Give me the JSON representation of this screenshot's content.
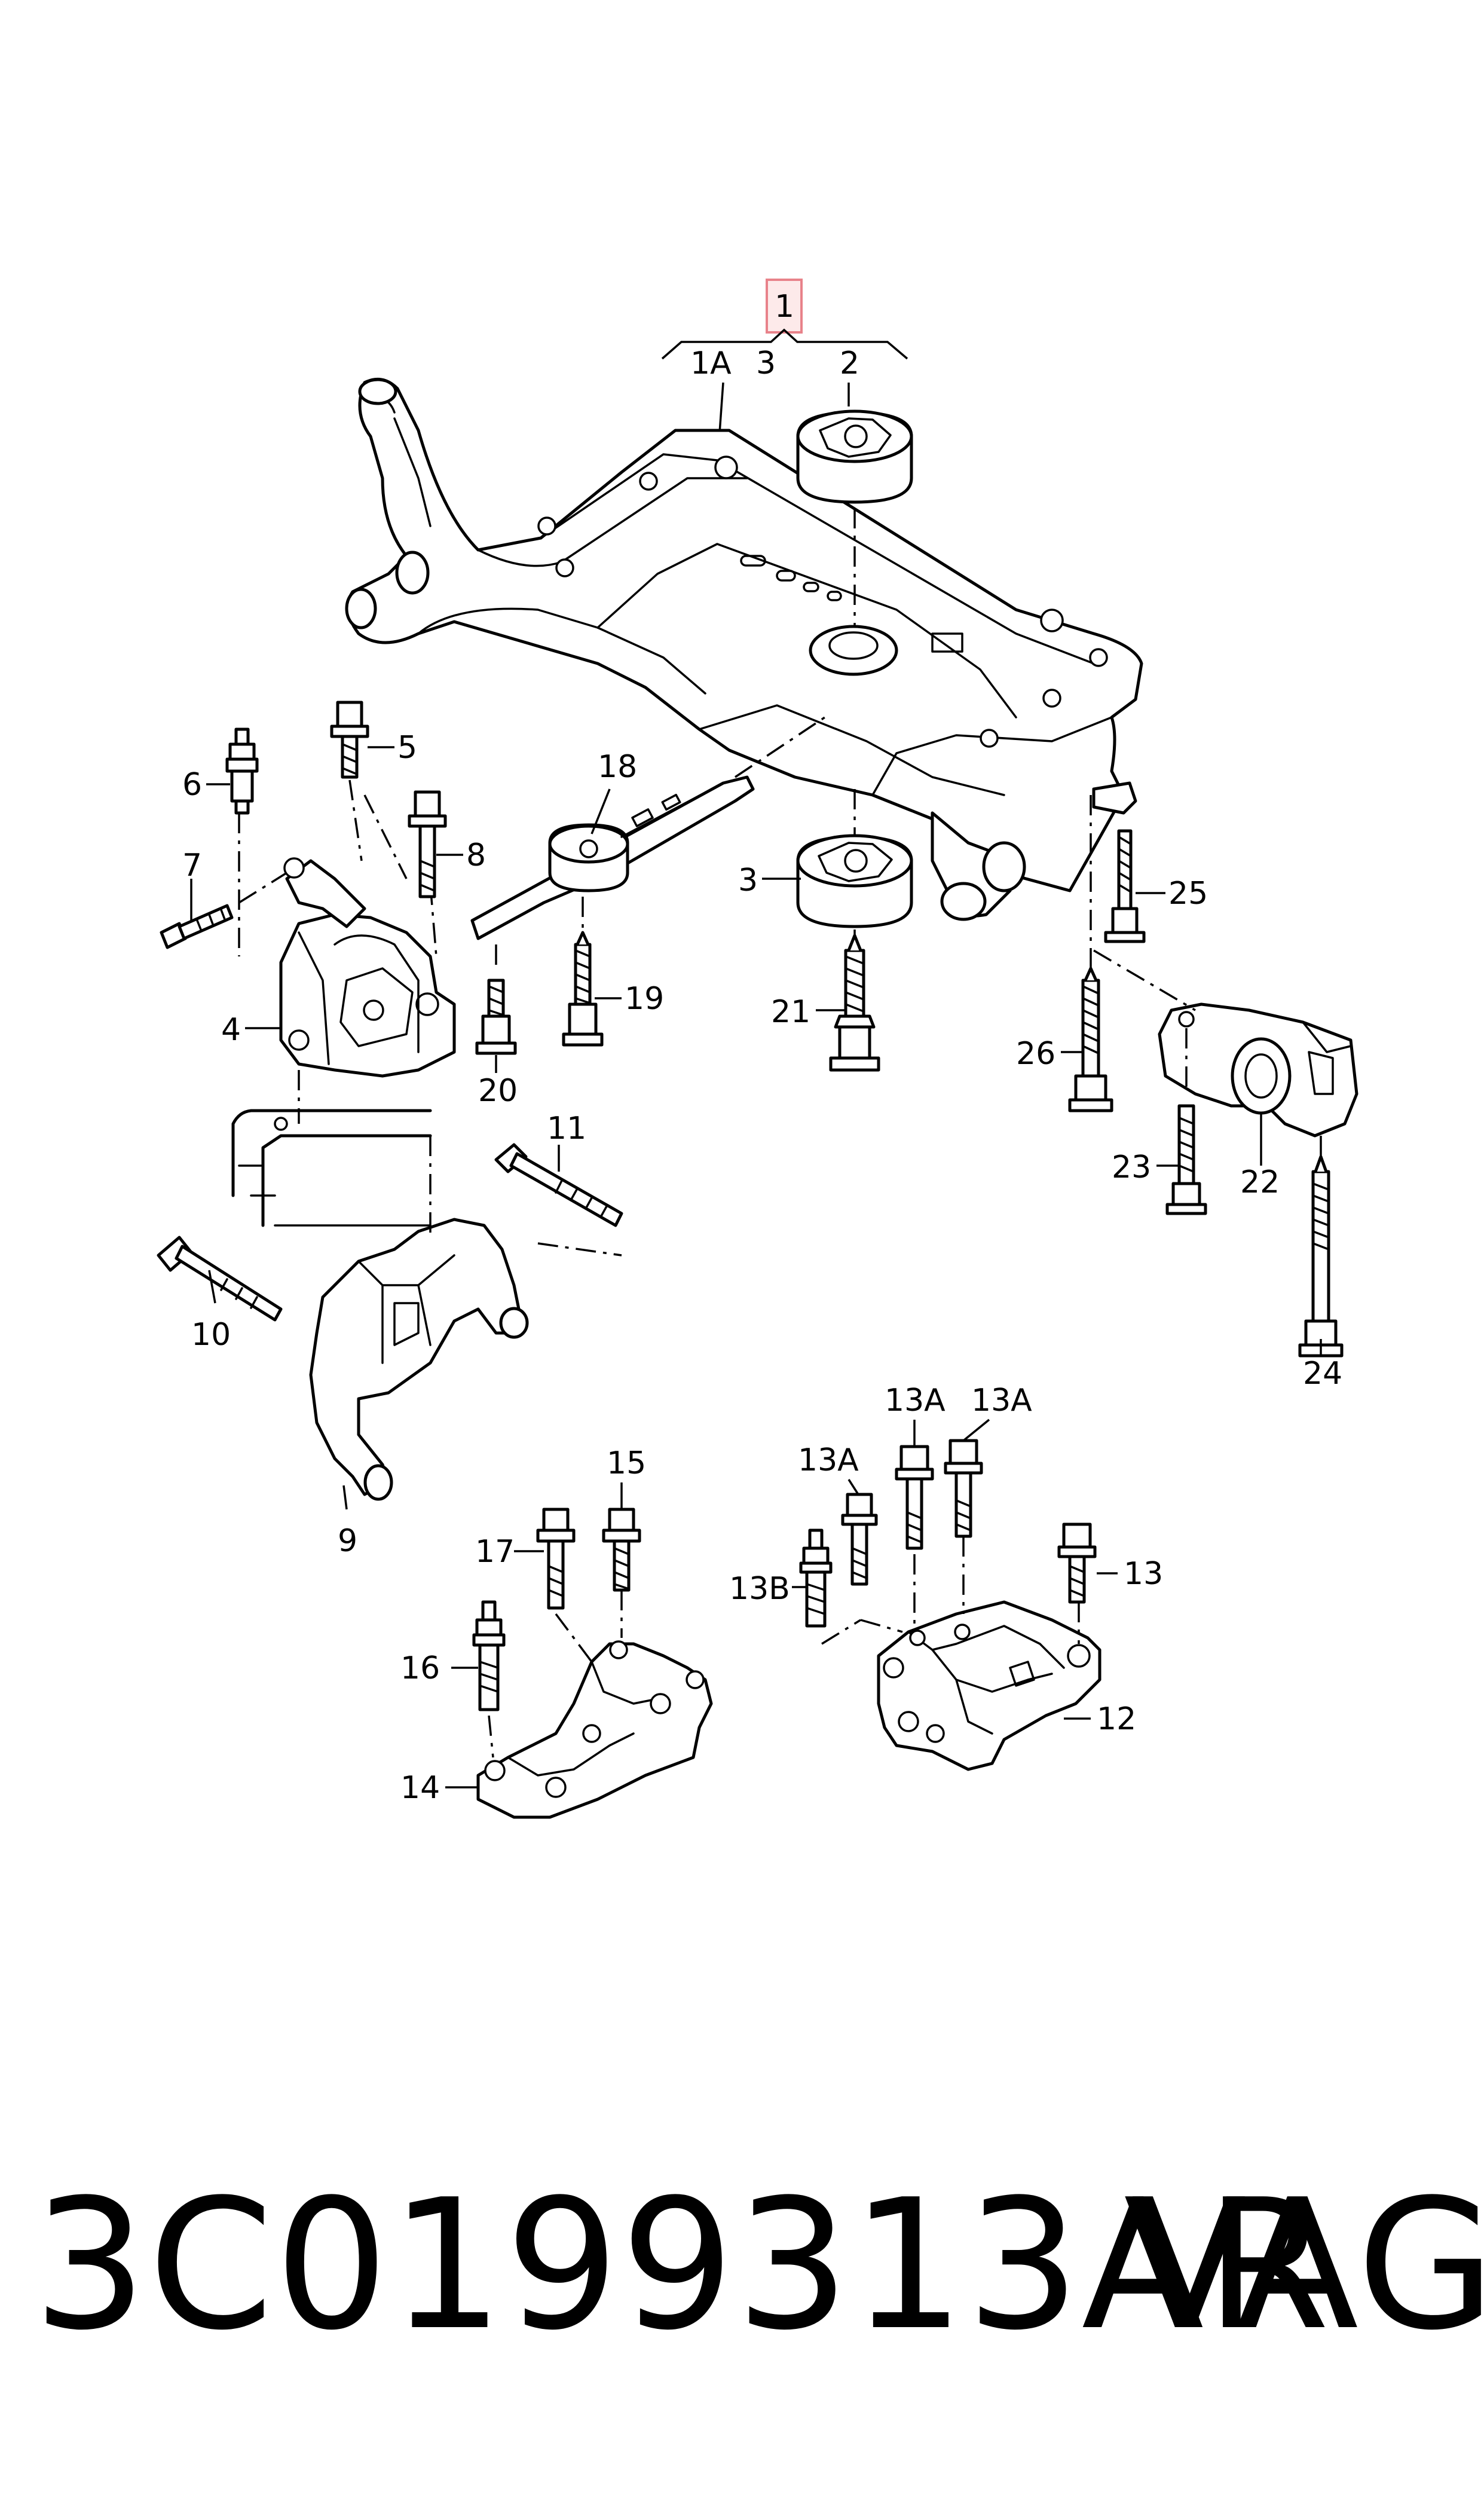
{
  "diagram": {
    "callouts": {
      "p1": "1",
      "p1a": "1A",
      "p3top": "3",
      "p2": "2",
      "p18": "18",
      "p3": "3",
      "p19": "19",
      "p20": "20",
      "p21": "21",
      "p5": "5",
      "p6": "6",
      "p7": "7",
      "p8": "8",
      "p4": "4",
      "p25": "25",
      "p26": "26",
      "p22": "22",
      "p23": "23",
      "p24": "24",
      "p11": "11",
      "p10": "10",
      "p9": "9",
      "p15": "15",
      "p17": "17",
      "p16": "16",
      "p14": "14",
      "p13a1": "13A",
      "p13a2": "13A",
      "p13a3": "13A",
      "p13b": "13B",
      "p13": "13",
      "p12": "12"
    },
    "highlight_color": "#e8828a"
  },
  "footer": {
    "part_number": "3C0199313AR",
    "brand": "VAG"
  }
}
